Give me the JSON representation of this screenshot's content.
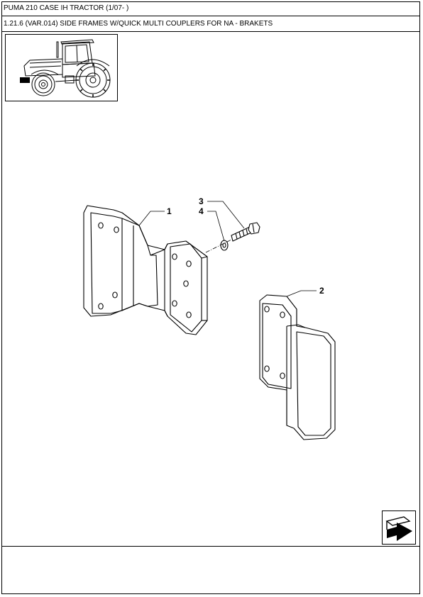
{
  "header": {
    "model_line": "PUMA 210 CASE IH TRACTOR (1/07- )",
    "section_line": "1.21.6 (VAR.014) SIDE FRAMES W/QUICK MULTI COUPLERS FOR NA - BRAKETS"
  },
  "thumbnail": {
    "icon": "tractor-icon"
  },
  "navigation": {
    "next_icon": "next-page-arrow-icon"
  },
  "callouts": [
    {
      "number": "1"
    },
    {
      "number": "2"
    },
    {
      "number": "3"
    },
    {
      "number": "4"
    }
  ]
}
